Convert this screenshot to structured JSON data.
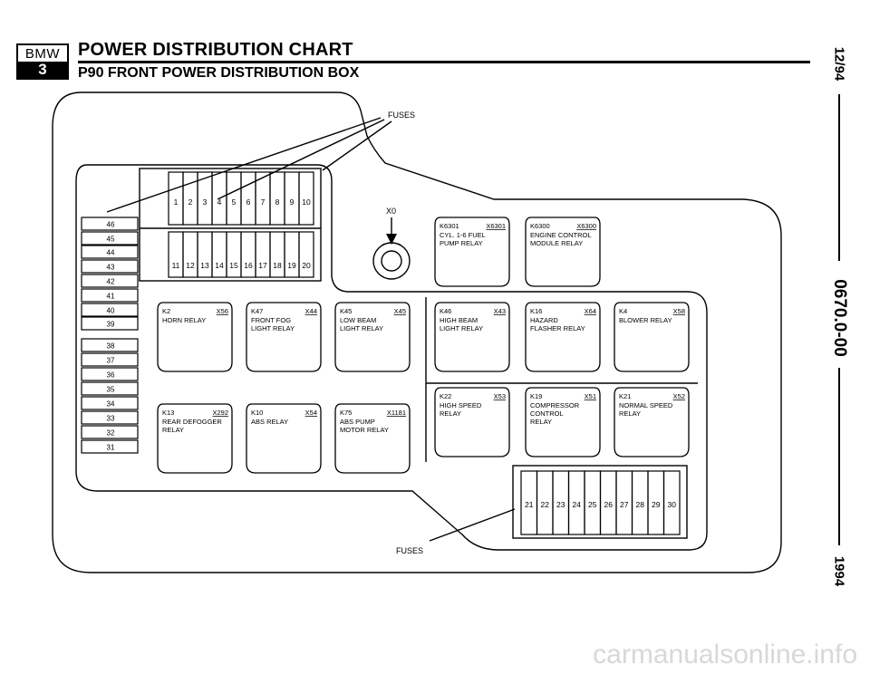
{
  "header": {
    "logo_top": "BMW",
    "logo_bottom": "3",
    "title": "POWER DISTRIBUTION CHART",
    "subtitle": "P90 FRONT POWER DISTRIBUTION BOX"
  },
  "side": {
    "date": "12/94",
    "code": "0670.0-00",
    "year": "1994"
  },
  "diagram": {
    "fuses_top_label": "FUSES",
    "fuses_bottom_label": "FUSES",
    "x0_label": "X0",
    "fuses_top_row1": [
      "1",
      "2",
      "3",
      "4",
      "5",
      "6",
      "7",
      "8",
      "9",
      "10"
    ],
    "fuses_top_row2": [
      "11",
      "12",
      "13",
      "14",
      "15",
      "16",
      "17",
      "18",
      "19",
      "20"
    ],
    "fuses_left": [
      "46",
      "45",
      "44",
      "43",
      "42",
      "41",
      "40",
      "39",
      "38",
      "37",
      "36",
      "35",
      "34",
      "33",
      "32",
      "31"
    ],
    "fuses_bottom": [
      "21",
      "22",
      "23",
      "24",
      "25",
      "26",
      "27",
      "28",
      "29",
      "30"
    ],
    "relays": [
      {
        "id": "K6301",
        "conn": "X6301",
        "desc": [
          "CYL. 1-6 FUEL",
          "PUMP RELAY"
        ]
      },
      {
        "id": "K6300",
        "conn": "X6300",
        "desc": [
          "ENGINE CONTROL",
          "MODULE RELAY"
        ]
      },
      {
        "id": "K2",
        "conn": "X56",
        "desc": [
          "HORN RELAY"
        ]
      },
      {
        "id": "K47",
        "conn": "X44",
        "desc": [
          "FRONT FOG",
          "LIGHT RELAY"
        ]
      },
      {
        "id": "K45",
        "conn": "X45",
        "desc": [
          "LOW BEAM",
          "LIGHT RELAY"
        ]
      },
      {
        "id": "K46",
        "conn": "X43",
        "desc": [
          "HIGH BEAM",
          "LIGHT RELAY"
        ]
      },
      {
        "id": "K16",
        "conn": "X64",
        "desc": [
          "HAZARD",
          "FLASHER RELAY"
        ]
      },
      {
        "id": "K4",
        "conn": "X58",
        "desc": [
          "BLOWER RELAY"
        ]
      },
      {
        "id": "K13",
        "conn": "X292",
        "desc": [
          "REAR DEFOGGER",
          "RELAY"
        ]
      },
      {
        "id": "K10",
        "conn": "X54",
        "desc": [
          "ABS RELAY"
        ]
      },
      {
        "id": "K75",
        "conn": "X1181",
        "desc": [
          "ABS PUMP",
          "MOTOR RELAY"
        ]
      },
      {
        "id": "K22",
        "conn": "X53",
        "desc": [
          "HIGH SPEED",
          "RELAY"
        ]
      },
      {
        "id": "K19",
        "conn": "X51",
        "desc": [
          "COMPRESSOR",
          "CONTROL",
          "RELAY"
        ]
      },
      {
        "id": "K21",
        "conn": "X52",
        "desc": [
          "NORMAL SPEED",
          "RELAY"
        ]
      }
    ]
  },
  "watermark": "carmanualsonline.info"
}
